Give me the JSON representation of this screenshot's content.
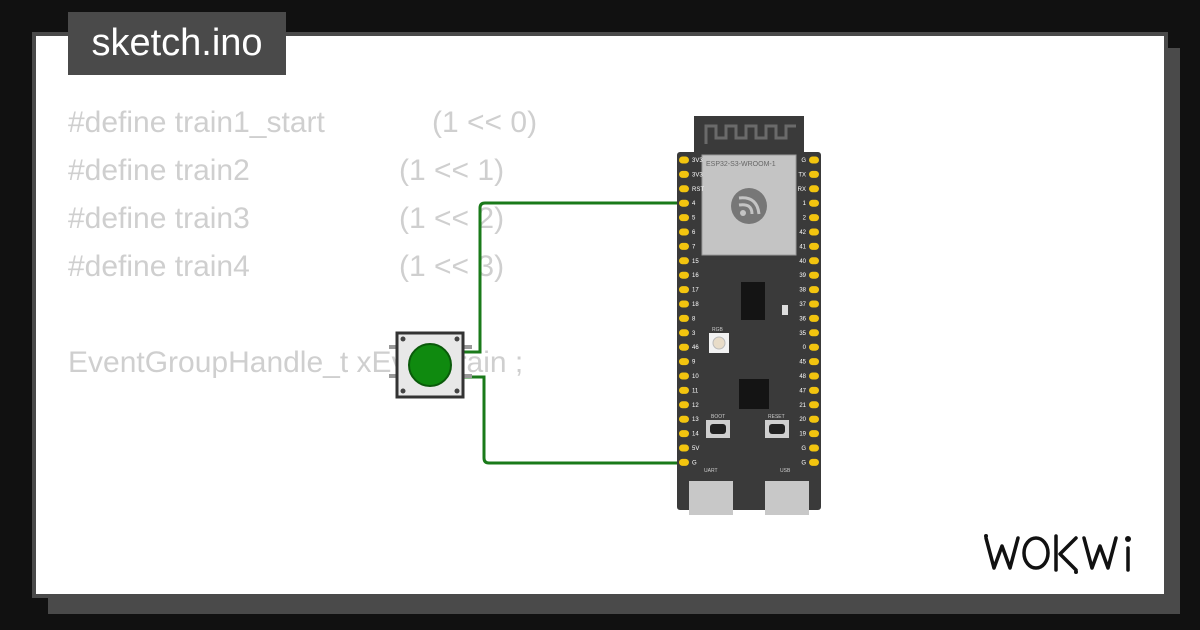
{
  "file_tab": {
    "label": "sketch.ino"
  },
  "code_lines": [
    {
      "kw": "#define train1_start",
      "val": "(1 << 0)"
    },
    {
      "kw": "#define train2",
      "val": "(1 << 1)"
    },
    {
      "kw": "#define train3",
      "val": "(1 << 2)"
    },
    {
      "kw": "#define train4",
      "val": "(1 << 3)"
    },
    {
      "kw": "EventGroupHandle_t xEventtrain ;",
      "val": ""
    }
  ],
  "board": {
    "module_label": "ESP32-S3-WROOM-1",
    "left_pins": [
      "3V3",
      "3V3",
      "RST",
      "4",
      "5",
      "6",
      "7",
      "15",
      "16",
      "17",
      "18",
      "8",
      "3",
      "46",
      "9",
      "10",
      "11",
      "12",
      "13",
      "14",
      "5V",
      "G"
    ],
    "right_pins": [
      "G",
      "TX",
      "RX",
      "1",
      "2",
      "42",
      "41",
      "40",
      "39",
      "38",
      "37",
      "36",
      "35",
      "0",
      "45",
      "48",
      "47",
      "21",
      "20",
      "19",
      "G",
      "G"
    ],
    "rgb_label": "RGB",
    "boot_label": "BOOT",
    "reset_label": "RESET",
    "uart_label": "UART",
    "usb_label": "USB"
  },
  "colors": {
    "wire": "#1a7a1a",
    "pin": "#f2c40f",
    "board": "#3a3a3a",
    "button_cap": "#0f8a0f"
  },
  "brand": {
    "name": "WOKWI"
  }
}
